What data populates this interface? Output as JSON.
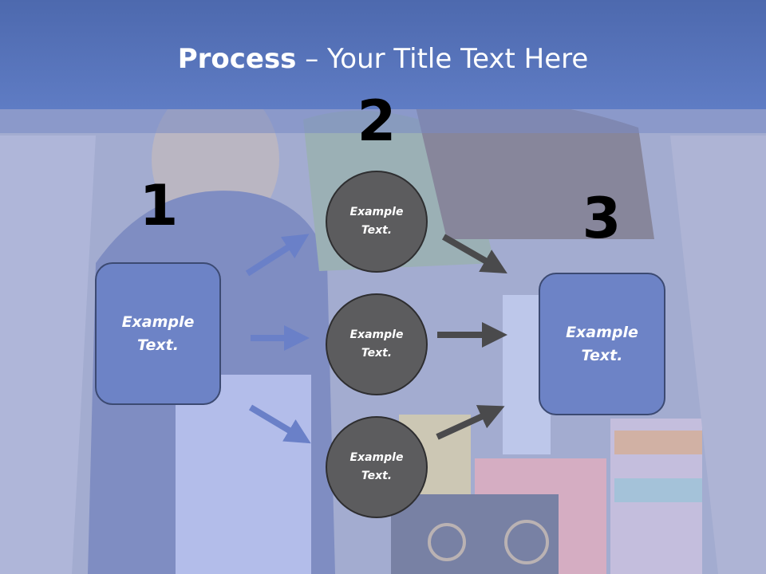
{
  "title": {
    "bold": "Process",
    "rest": " – Your Title Text Here"
  },
  "numbers": {
    "one": "1",
    "two": "2",
    "three": "3"
  },
  "left_box": {
    "line1": "Example",
    "line2": "Text."
  },
  "right_box": {
    "line1": "Example",
    "line2": "Text."
  },
  "circles": [
    {
      "line1": "Example",
      "line2": "Text."
    },
    {
      "line1": "Example",
      "line2": "Text."
    },
    {
      "line1": "Example",
      "line2": "Text."
    }
  ],
  "colors": {
    "title_bar": "#5570b5",
    "box_fill": "#6d83c6",
    "circle_fill": "#5c5c5e",
    "blue_arrow": "#6a80c8",
    "gray_arrow": "#4a4a4c"
  }
}
